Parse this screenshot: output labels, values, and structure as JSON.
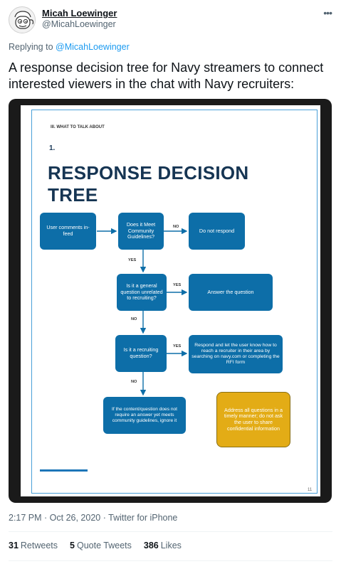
{
  "author": {
    "name": "Micah Loewinger",
    "handle": "@MicahLoewinger"
  },
  "more_icon": "ellipsis-icon",
  "reply": {
    "prefix": "Replying to",
    "mention": "@MicahLoewinger"
  },
  "tweet_text": "A response decision tree for Navy streamers to connect interested viewers in the chat with Navy recruiters:",
  "document": {
    "section": "III. WHAT TO TALK ABOUT",
    "number": "1.",
    "title_line1": "RESPONSE DECISION",
    "title_line2": "TREE",
    "nodes": {
      "user_comments": "User comments in-feed",
      "community": "Does it Meet Community Guidelines?",
      "do_not_respond": "Do not respond",
      "general_question": "Is it a general question unrelated to recruiting?",
      "answer": "Answer the question",
      "recruiting": "Is it a recruiting question?",
      "respond_recruiter": "Respond and let the user know how to reach a recruiter in their area by searching on navy.com or completing the RFI form",
      "ignore": "If the content/question does not require an answer yet meets community guidelines, ignore it",
      "address": "Address all questions in a timely manner; do not ask the user to share confidential information"
    },
    "labels": {
      "no1": "NO",
      "yes1": "YES",
      "yes2": "YES",
      "no2": "NO",
      "yes3": "YES",
      "no3": "NO"
    },
    "page_number": "11",
    "colors": {
      "box_blue": "#0d6ea8",
      "box_gold": "#e3ac16",
      "title_navy": "#163553"
    }
  },
  "meta": {
    "time": "2:17 PM · Oct 26, 2020 · Twitter for iPhone"
  },
  "stats": {
    "retweets_count": "31",
    "retweets_label": "Retweets",
    "quotes_count": "5",
    "quotes_label": "Quote Tweets",
    "likes_count": "386",
    "likes_label": "Likes"
  }
}
